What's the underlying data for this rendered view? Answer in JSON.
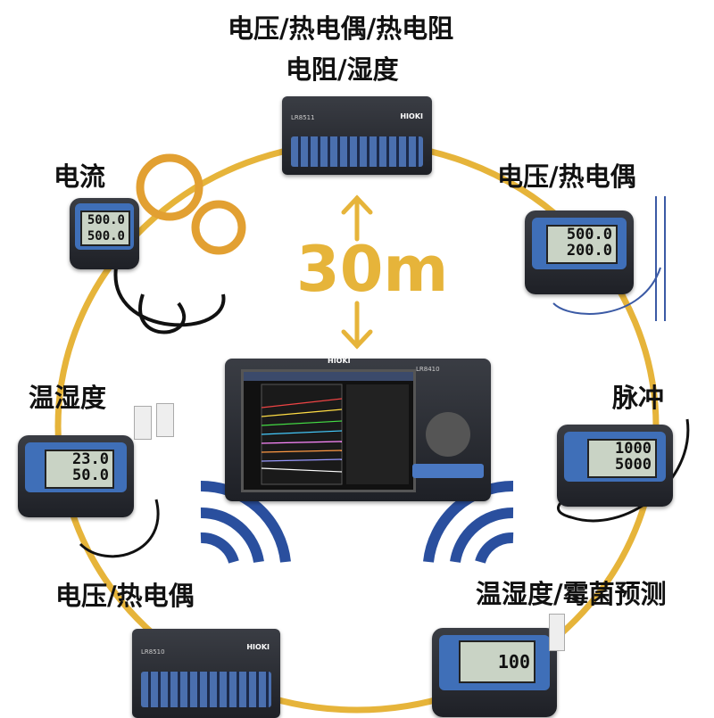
{
  "center": {
    "distance": "30m",
    "main_unit_model": "LR8410",
    "brand": "HIOKI"
  },
  "ring_color": "#e6b43a",
  "wireless_color": "#2a4f9e",
  "devices": [
    {
      "label_lines": [
        "电压/热电偶/热电阻",
        "电阻/湿度"
      ],
      "model": "LR8511"
    },
    {
      "label": "电流",
      "readings": [
        "500.0",
        "500.0"
      ]
    },
    {
      "label": "电压/热电偶",
      "readings": [
        "500.0",
        "200.0"
      ]
    },
    {
      "label": "温湿度",
      "readings": [
        "23.0",
        "50.0"
      ]
    },
    {
      "label": "脉冲",
      "readings": [
        "1000",
        "5000"
      ]
    },
    {
      "label": "电压/热电偶",
      "model": "LR8510"
    },
    {
      "label": "温湿度/霉菌预测",
      "readings": [
        "100"
      ]
    }
  ]
}
